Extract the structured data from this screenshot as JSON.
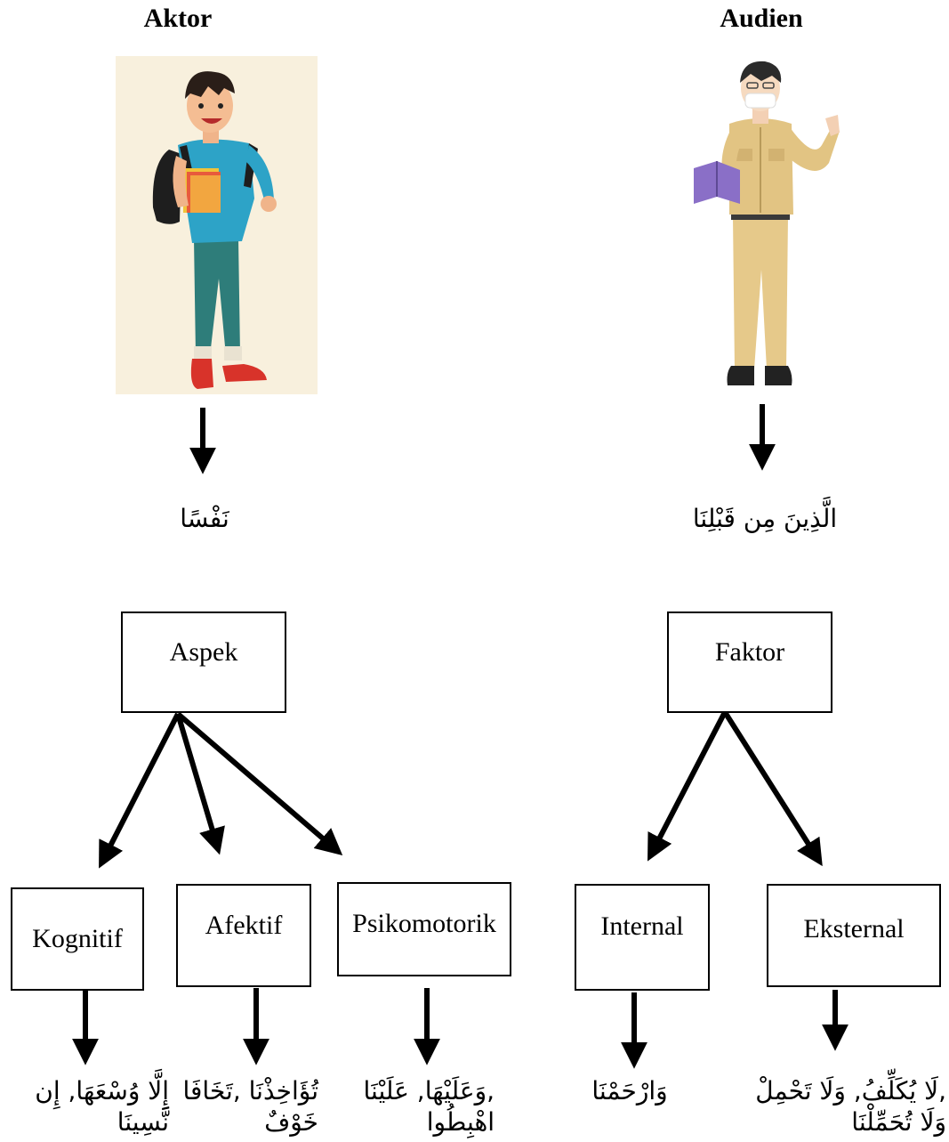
{
  "actor": {
    "title": "Aktor",
    "term": "نَفْسًا"
  },
  "audience": {
    "title": "Audien",
    "term": "الَّذِينَ مِن قَبْلِنَا"
  },
  "aspect": {
    "label": "Aspek",
    "children": [
      {
        "label": "Kognitif",
        "term": "إِلَّا وُسْعَهَا, إِن نَّسِينَا"
      },
      {
        "label": "Afektif",
        "term": "تُؤَاخِذْنَا ,تَخَافَا خَوْفٌ"
      },
      {
        "label": "Psikomotorik",
        "term": ",وَعَلَيْهَا, عَلَيْنَا اهْبِطُوا"
      }
    ]
  },
  "factor": {
    "label": "Faktor",
    "children": [
      {
        "label": "Internal",
        "term": "وَارْحَمْنَا"
      },
      {
        "label": "Eksternal",
        "term": ",لَا يُكَلِّفُ, وَلَا تَحْمِلْ وَلَا تُحَمِّلْنَا"
      }
    ]
  }
}
